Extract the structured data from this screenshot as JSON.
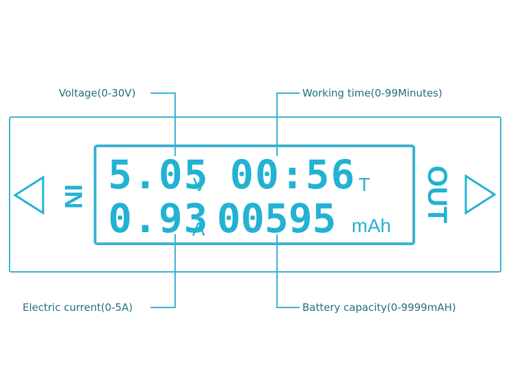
{
  "callouts": {
    "voltage": "Voltage(0-30V)",
    "working_time": "Working time(0-99Minutes)",
    "electric_current": "Electric current(0-5A)",
    "battery_capacity": "Battery capacity(0-9999mAH)"
  },
  "display": {
    "voltage_value": "5.05",
    "voltage_unit": "V",
    "time_value": "00:56",
    "time_unit": "T",
    "current_value": "0.93",
    "current_unit": "A",
    "capacity_value": "00595",
    "capacity_unit": "mAh"
  },
  "ports": {
    "in_label": "IN",
    "out_label": "OUT"
  },
  "colors": {
    "lcd_cyan": "#22b2d3",
    "frame": "#3bb2d0",
    "callout_text": "#1f6f80"
  }
}
